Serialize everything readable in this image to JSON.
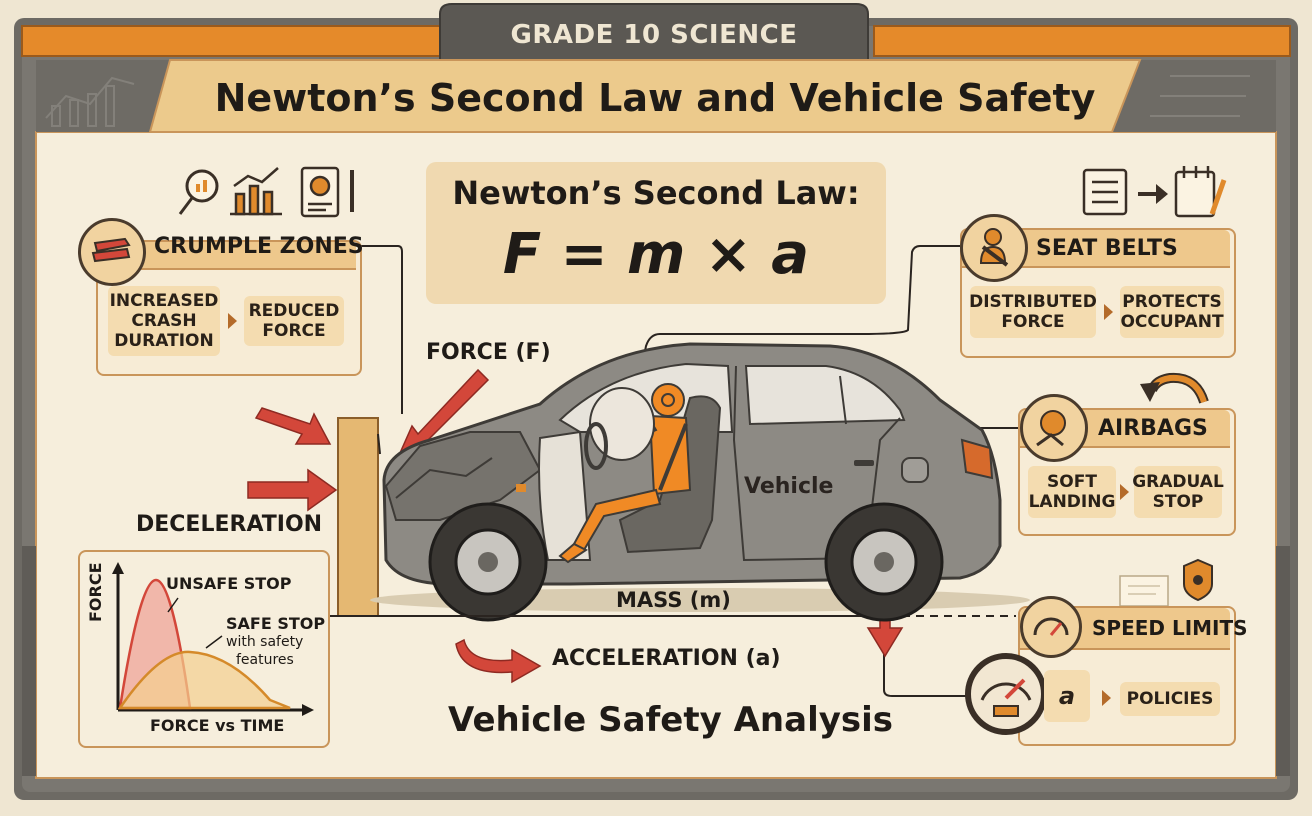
{
  "header": {
    "grade": "GRADE 10 SCIENCE",
    "title": "Newton’s Second Law and Vehicle Safety"
  },
  "formula": {
    "caption": "Newton’s Second Law:",
    "equation": "F = m × a"
  },
  "crumple_zones": {
    "title": "CRUMPLE ZONES",
    "cause": "INCREASED CRASH DURATION",
    "effect": "REDUCED FORCE"
  },
  "seat_belts": {
    "title": "SEAT BELTS",
    "cause": "DISTRIBUTED FORCE",
    "effect": "PROTECTS OCCUPANT"
  },
  "airbags": {
    "title": "AIRBAGS",
    "cause": "SOFT LANDING",
    "effect": "GRADUAL STOP"
  },
  "speed_limits": {
    "title": "SPEED LIMITS",
    "symbol": "a",
    "effect": "POLICIES"
  },
  "scene": {
    "force_label": "FORCE (F)",
    "deceleration_label": "DECELERATION",
    "vehicle_label": "Vehicle",
    "mass_label": "MASS (m)",
    "acceleration_label": "ACCELERATION (a)",
    "footer_title": "Vehicle Safety Analysis"
  },
  "graph": {
    "y_label": "FORCE",
    "x_label": "FORCE vs TIME",
    "unsafe_label": "UNSAFE STOP",
    "safe_label_1": "SAFE STOP",
    "safe_label_2": "with safety",
    "safe_label_3": "features"
  },
  "colors": {
    "background": "#efe6d2",
    "panel": "#f7ecd6",
    "accent_orange": "#e08a2c",
    "arrow_red": "#d3473a",
    "header_dark": "#5a5650",
    "car_gray": "#8d8a84"
  }
}
